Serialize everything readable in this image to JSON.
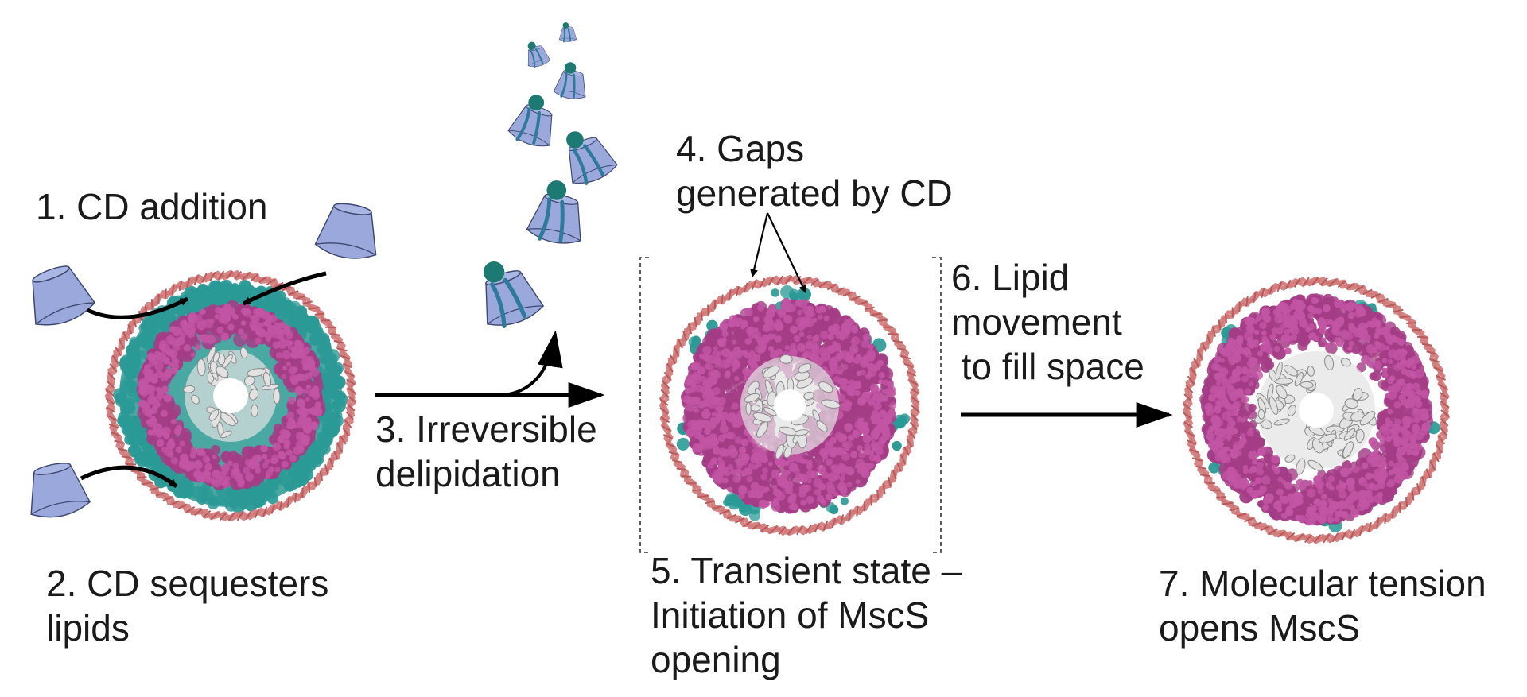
{
  "labels": {
    "step1": "1. CD addition",
    "step2": [
      "2. CD sequesters",
      "lipids"
    ],
    "step3": [
      "3. Irreversible",
      "delipidation"
    ],
    "step4": [
      "4. Gaps",
      "generated by CD"
    ],
    "step5": [
      "5. Transient state –",
      "Initiation of MscS",
      "opening"
    ],
    "step6": [
      "6. Lipid",
      "movement",
      " to fill space"
    ],
    "step7": [
      "7. Molecular tension",
      "opens MscS"
    ]
  },
  "colors": {
    "cyclodextrin": "#9aa8db",
    "cyclodextrin_stroke": "#3e4770",
    "lipid_teal": "#2b9a96",
    "protein_magenta": "#a43c86",
    "helix_white": "#e2e2e2",
    "msp_belt": "#d07878",
    "captured_lipid": "#2f7a9c",
    "arrow": "#000000"
  },
  "icons": [
    "cyclodextrin-cone-icon",
    "nanodisc-icon",
    "lipid-headgroup-icon",
    "process-arrow-icon"
  ]
}
